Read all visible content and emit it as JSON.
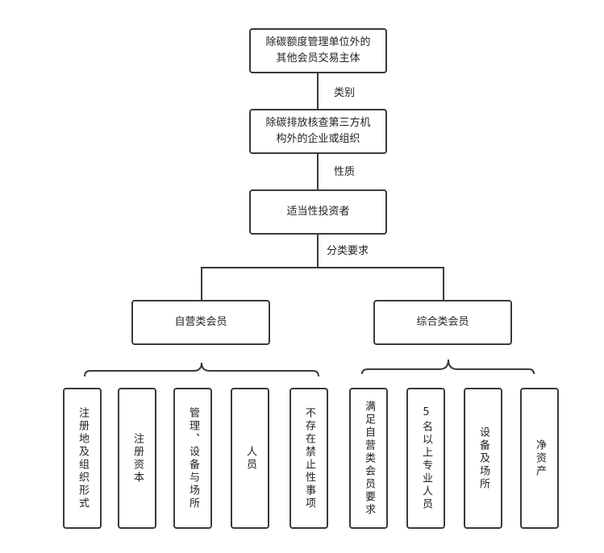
{
  "top": {
    "line1": "除碳额度管理单位外的",
    "line2": "其他会员交易主体"
  },
  "edge_category": "类别",
  "second": {
    "line1": "除碳排放核查第三方机",
    "line2": "构外的企业或组织"
  },
  "edge_nature": "性质",
  "third": "适当性投资者",
  "edge_requirements": "分类要求",
  "left_branch": {
    "label": "自营类会员",
    "items": [
      "注册地及组织形式",
      "注册资本",
      "管理、设备与场所",
      "人员",
      "不存在禁止性事项"
    ]
  },
  "right_branch": {
    "label": "综合类会员",
    "items": [
      "满足自营类会员要求",
      "5名以上专业人员",
      "设备及场所",
      "净资产"
    ]
  }
}
